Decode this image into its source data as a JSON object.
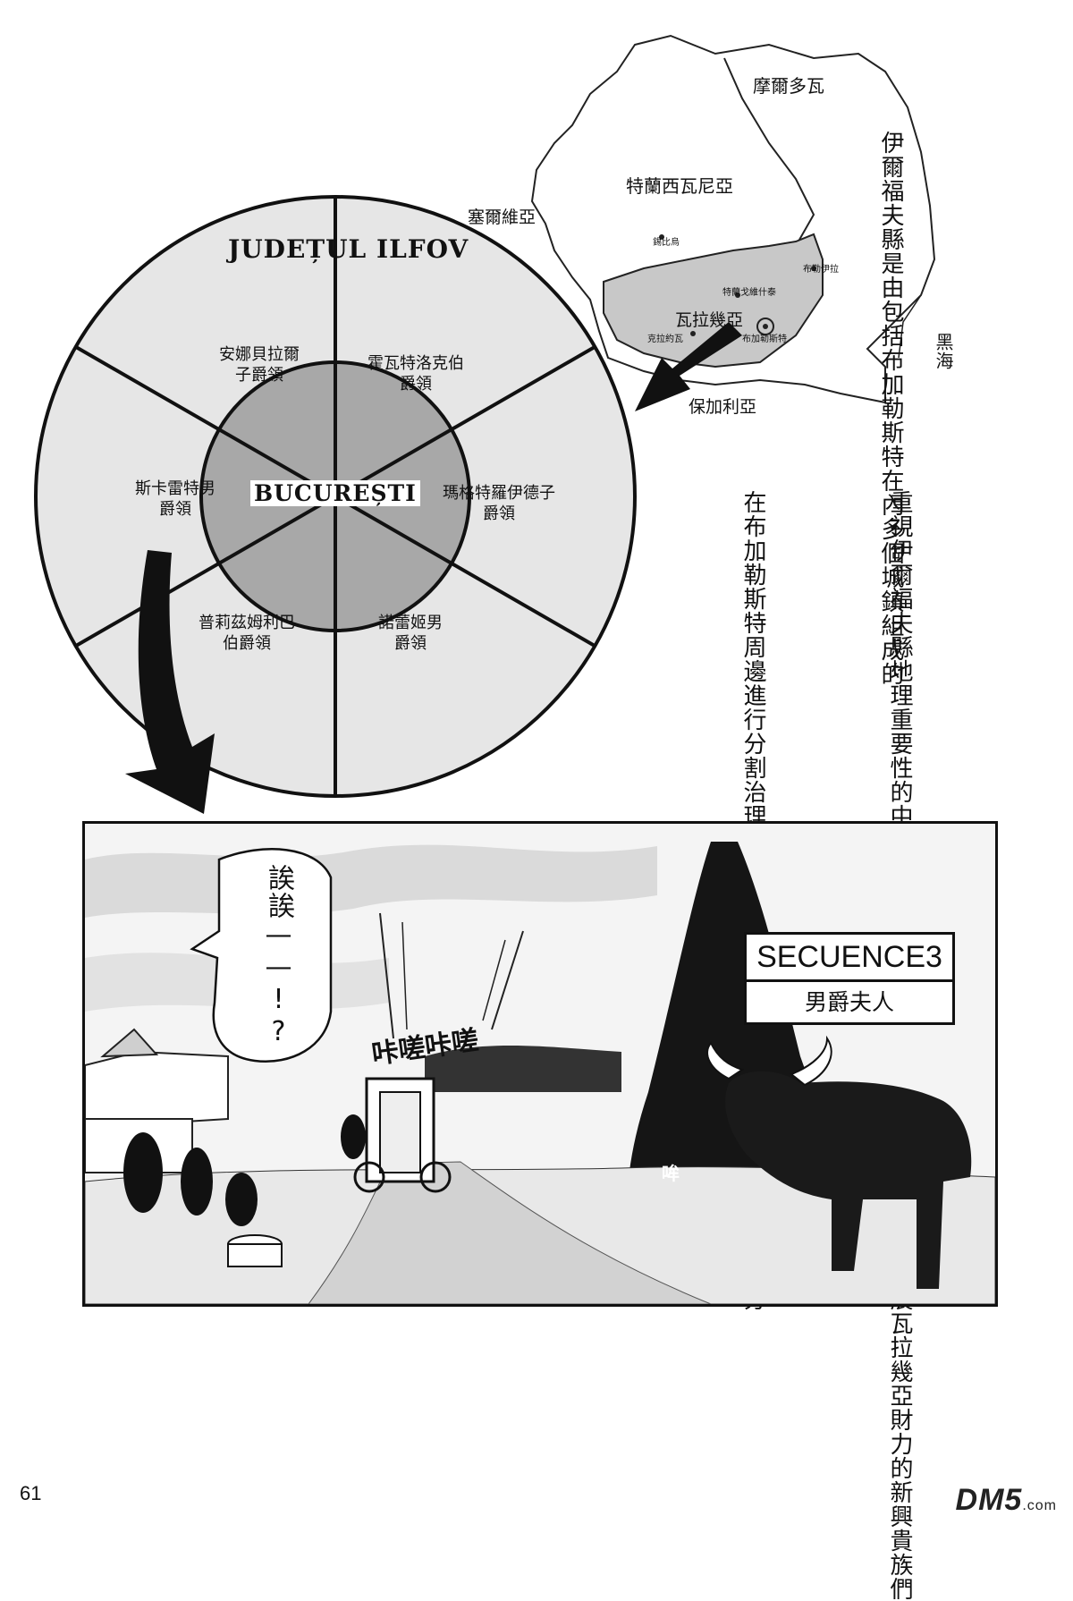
{
  "map": {
    "regions": {
      "moldova": "摩爾多瓦",
      "transylvania": "特蘭西瓦尼亞",
      "serbia": "塞爾維亞",
      "wallachia": "瓦拉幾亞",
      "bulgaria": "保加利亞",
      "black_sea": "黑海"
    },
    "note_ilfov": "伊爾福夫縣是由包括布加勒斯特在內多個城鎮組成的",
    "cities": [
      "特蘭戈維什泰",
      "布勒伊拉",
      "克拉約瓦",
      "布加勒斯特",
      "錫比烏"
    ]
  },
  "wheel": {
    "title": "JUDEȚUL ILFOV",
    "center": "BUCUREȘTI",
    "estates": [
      "安娜貝拉爾子爵領",
      "霍瓦特洛克伯爵領",
      "斯卡雷特男爵領",
      "瑪格特羅伊德子爵領",
      "普莉茲姆利巴伯爵領",
      "諾蕾姬男爵領"
    ]
  },
  "narration": {
    "col_right": "重視伊爾福夫縣地理重要性的中世紀及近代瓦拉幾亞的君主們招攬了擁有發展瓦拉幾亞財力的新興貴族們",
    "col_left": "在布加勒斯特周邊進行分割治理同時也把布加勒斯特市內的行政區進行了劃分"
  },
  "panel": {
    "secuence_title": "SECUENCE3",
    "secuence_subtitle": "男爵夫人",
    "speech": "誒誒——!?",
    "sfx_cart": "咔嗟咔嗟",
    "sfx_ox": "哞"
  },
  "footer": {
    "page_number": "61",
    "logo": "DM5",
    "logo_suffix": ".com"
  }
}
